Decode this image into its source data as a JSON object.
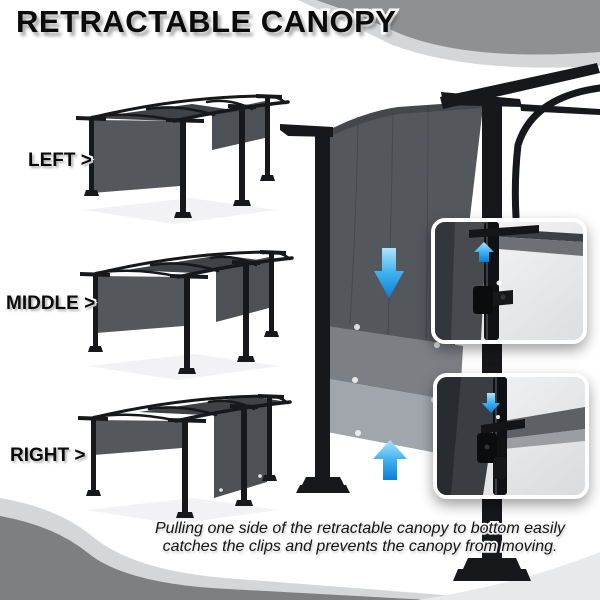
{
  "title": "RETRACTABLE CANOPY",
  "side_labels": [
    {
      "id": "left",
      "label": "LEFT >"
    },
    {
      "id": "middle",
      "label": "MIDDLE >"
    },
    {
      "id": "right",
      "label": "RIGHT >"
    }
  ],
  "caption": {
    "line1": "Pulling one side of the retractable canopy to bottom easily",
    "line2": "catches the clips and prevents the canopy from moving."
  },
  "icons": {
    "down_arrow": "blue gradient arrow pointing down",
    "up_arrow": "blue gradient arrow pointing up"
  },
  "colors": {
    "canopy_dark": "#54585d",
    "canopy_mid": "#7c8085",
    "canopy_light": "#9ba1a7",
    "frame": "#17181b",
    "arrow_light": "#aee4fb",
    "arrow_mid": "#3fb0f0",
    "arrow_deep": "#0b7fd6",
    "swoosh_gray": "#8e9091",
    "swoosh_dark": "#7d7f81",
    "swoosh_light": "#d5d6d7",
    "swoosh_pale": "#e8e9eb"
  }
}
